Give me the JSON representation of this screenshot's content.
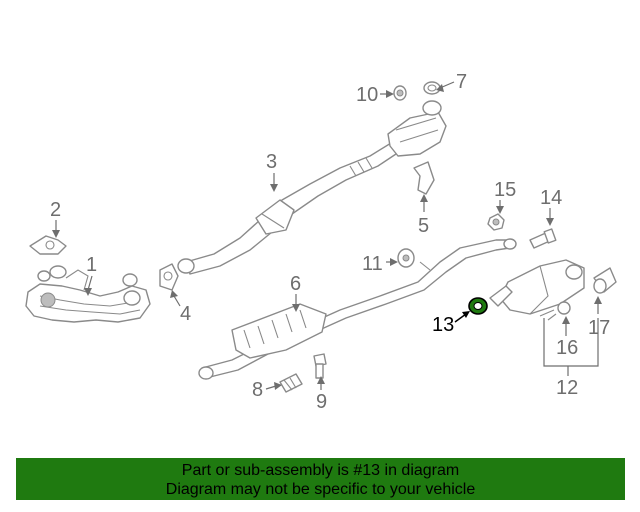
{
  "diagram": {
    "callouts": [
      {
        "id": "1",
        "label": "1"
      },
      {
        "id": "2",
        "label": "2"
      },
      {
        "id": "3",
        "label": "3"
      },
      {
        "id": "4",
        "label": "4"
      },
      {
        "id": "5",
        "label": "5"
      },
      {
        "id": "6",
        "label": "6"
      },
      {
        "id": "7",
        "label": "7"
      },
      {
        "id": "8",
        "label": "8"
      },
      {
        "id": "9",
        "label": "9"
      },
      {
        "id": "10",
        "label": "10"
      },
      {
        "id": "11",
        "label": "11"
      },
      {
        "id": "12",
        "label": "12"
      },
      {
        "id": "13",
        "label": "13"
      },
      {
        "id": "14",
        "label": "14"
      },
      {
        "id": "15",
        "label": "15"
      },
      {
        "id": "16",
        "label": "16"
      },
      {
        "id": "17",
        "label": "17"
      }
    ],
    "highlighted_part": "13",
    "highlight_color": "#1f7a10"
  },
  "banner": {
    "line1": "Part or sub-assembly is #13 in diagram",
    "line2": "Diagram may not be specific to your vehicle",
    "background": "#1f7a10"
  }
}
